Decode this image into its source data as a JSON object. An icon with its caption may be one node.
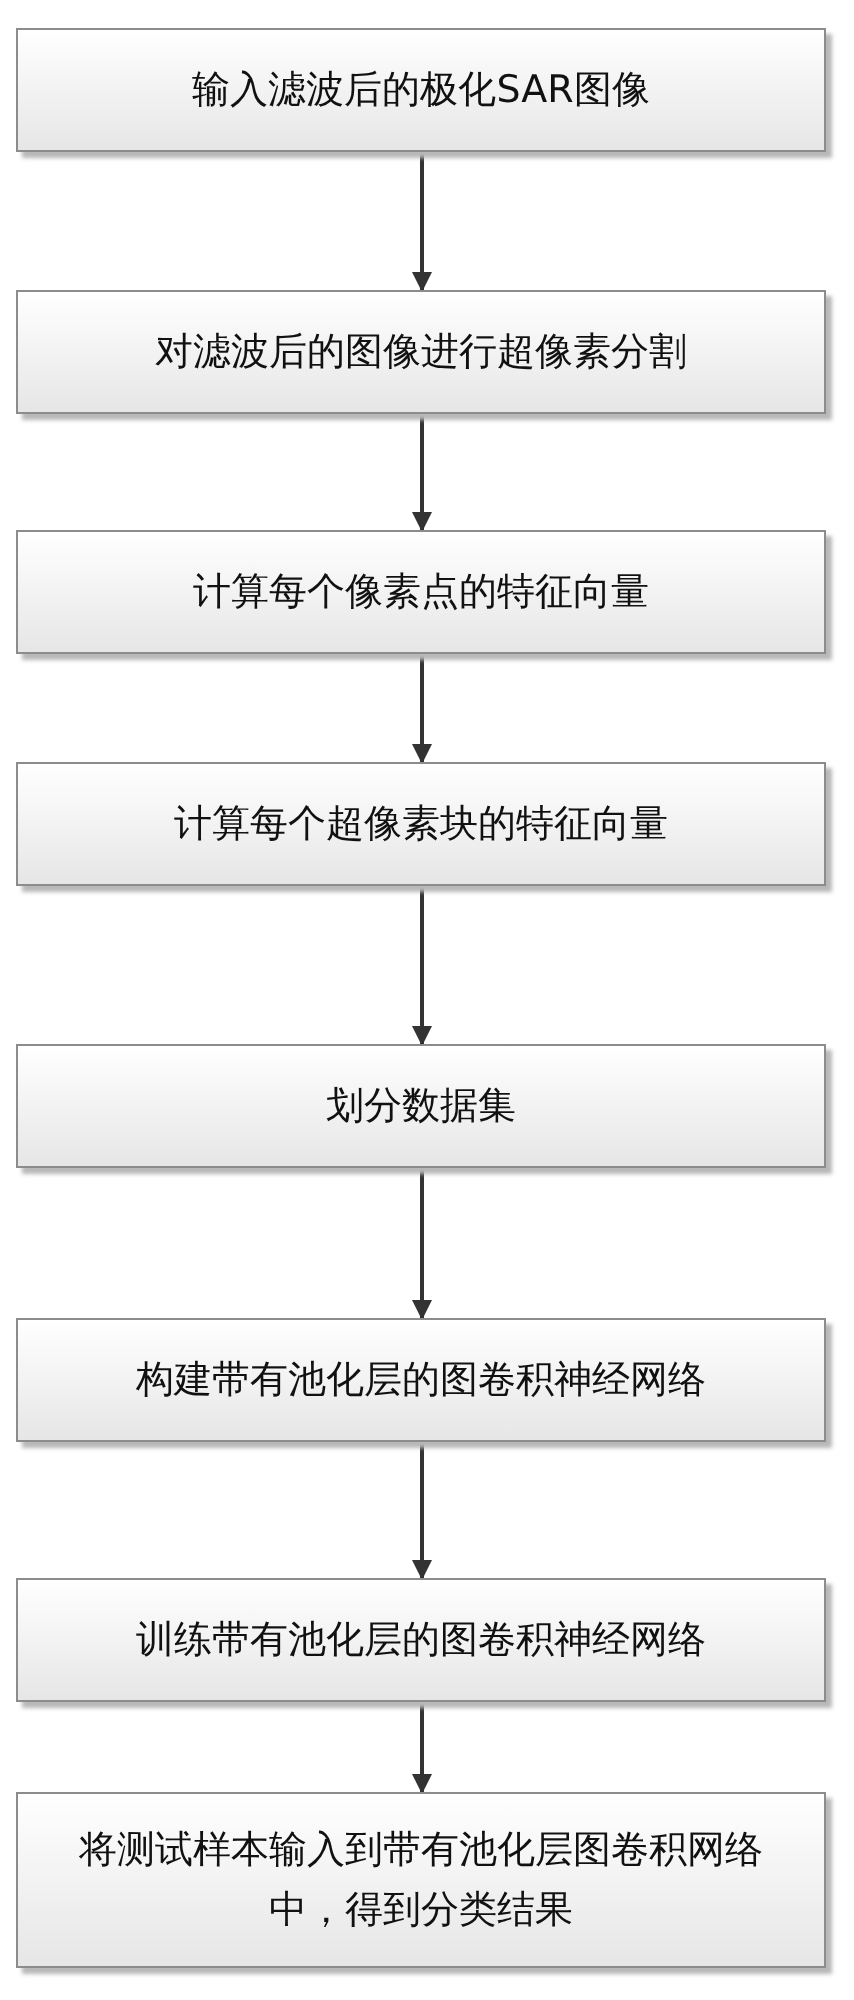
{
  "diagram": {
    "nodes": [
      {
        "text": [
          "输入滤波后的极化SAR图像"
        ]
      },
      {
        "text": [
          "对滤波后的图像进行超像素分割"
        ]
      },
      {
        "text": [
          "计算每个像素点的特征向量"
        ]
      },
      {
        "text": [
          "计算每个超像素块的特征向量"
        ]
      },
      {
        "text": [
          "划分数据集"
        ]
      },
      {
        "text": [
          "构建带有池化层的图卷积神经网络"
        ]
      },
      {
        "text": [
          "训练带有池化层的图卷积神经网络"
        ]
      },
      {
        "text": [
          "将测试样本输入到带有池化层图卷积网络中，得到分类结果"
        ]
      }
    ],
    "edges": [
      {
        "from": 0,
        "to": 1,
        "arrow": "to"
      },
      {
        "from": 1,
        "to": 2,
        "arrow": "to"
      },
      {
        "from": 2,
        "to": 3,
        "arrow": "to"
      },
      {
        "from": 3,
        "to": 4,
        "arrow": "to"
      },
      {
        "from": 4,
        "to": 5,
        "arrow": "to"
      },
      {
        "from": 5,
        "to": 6,
        "arrow": "to"
      },
      {
        "from": 6,
        "to": 7,
        "arrow": "to"
      }
    ]
  }
}
